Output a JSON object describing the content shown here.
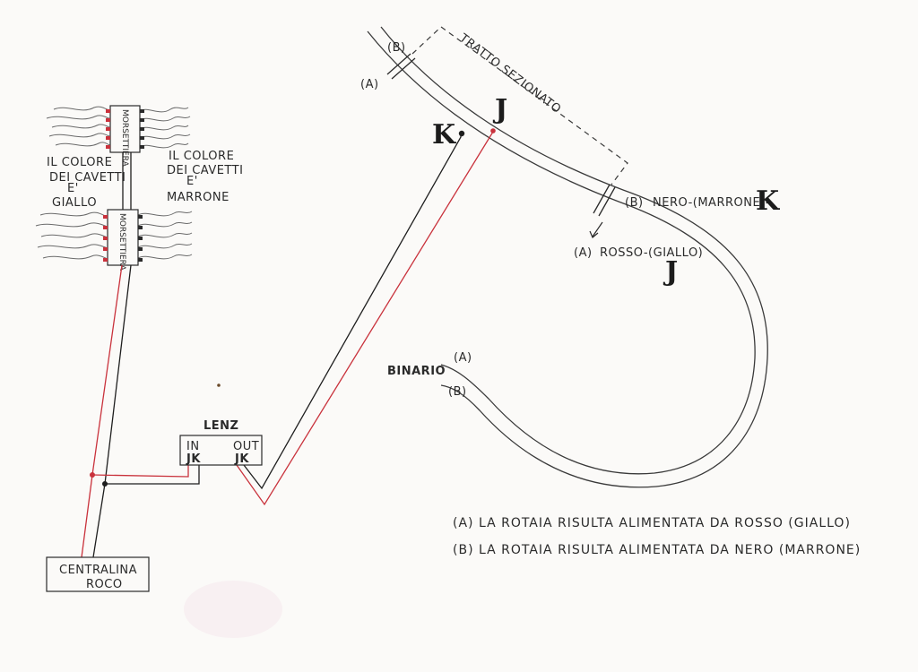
{
  "labels": {
    "tratto": "TRATTO SEZIONATO",
    "k_left": "K",
    "j_top": "J",
    "b_top": "(B)",
    "a_top": "(A)",
    "b_right": "(B)",
    "nero": "NERO-(MARRONE)-",
    "k_right": "K",
    "a_right": "(A)",
    "rosso": "ROSSO-(GIALLO)",
    "j_right": "J",
    "binario": "BINARIO",
    "a_bin": "(A)",
    "b_bin": "(B)",
    "morsettiera_top": "MORSETTIERA",
    "morsettiera_bottom": "MORSETTIERA",
    "giallo_1": "IL COLORE",
    "giallo_2": "DEI CAVETTI",
    "giallo_3": "E'",
    "giallo_4": "GIALLO",
    "marrone_1": "IL COLORE",
    "marrone_2": "DEI CAVETTI",
    "marrone_3": "E'",
    "marrone_4": "MARRONE",
    "lenz": "LENZ",
    "lenz_in": "IN",
    "lenz_in_jk": "JK",
    "lenz_out": "OUT",
    "lenz_out_jk": "JK",
    "centralina_1": "CENTRALINA",
    "centralina_2": "ROCO"
  },
  "notes": [
    "(A) LA ROTAIA RISULTA ALIMENTATA DA ROSSO (GIALLO)",
    "(B) LA ROTAIA RISULTA ALIMENTATA DA NERO (MARRONE)"
  ],
  "colors": {
    "paper": "#fbfaf8",
    "pencil": "#2a2a2a",
    "red_wire": "#c9323c",
    "black_wire": "#1e1e1e"
  }
}
